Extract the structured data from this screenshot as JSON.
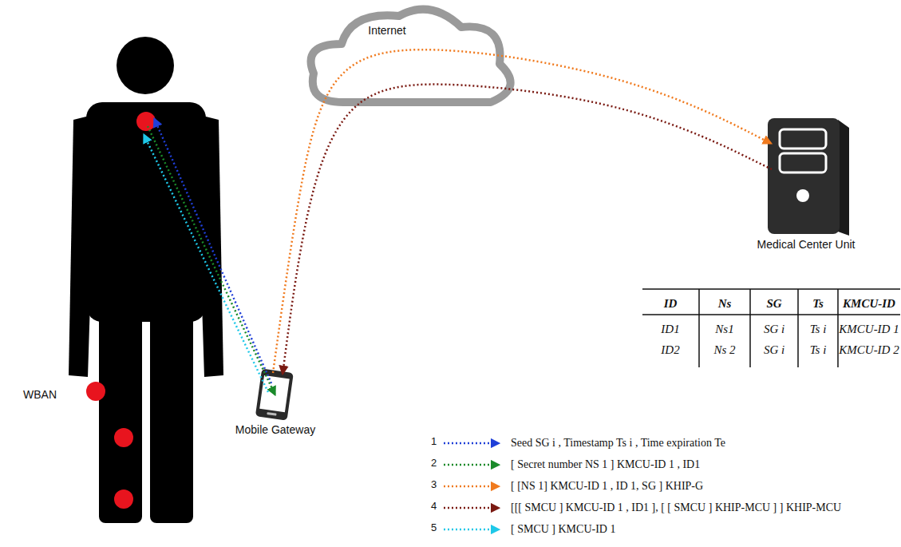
{
  "diagram": {
    "nodes": [
      {
        "text": [
          "Internet"
        ]
      },
      {
        "text": [
          "Medical Center Unit"
        ]
      },
      {
        "text": [
          "WBAN"
        ]
      },
      {
        "text": [
          "Mobile Gateway"
        ]
      }
    ],
    "edges": [
      {
        "from": 3,
        "to": 2,
        "arrow": "to"
      },
      {
        "from": 2,
        "to": 3,
        "arrow": "to"
      },
      {
        "from": 3,
        "to": 1,
        "arrow": "to"
      },
      {
        "from": 1,
        "to": 3,
        "arrow": "to"
      },
      {
        "from": 3,
        "to": 2,
        "arrow": "to"
      }
    ],
    "labels": [
      "1",
      "2",
      "3",
      "4",
      "5",
      "ID",
      "Ns",
      "SG",
      "Ts",
      "KMCU-ID",
      "ID1",
      "Ns1",
      "SG i",
      "Ts i",
      "KMCU-ID 1",
      "ID2",
      "Ns 2",
      "SG i",
      "Ts i",
      "KMCU-ID 2"
    ],
    "legend": [
      {
        "text": "Seed SG i , Timestamp Ts i , Time expiration Te"
      },
      {
        "text": "[ Secret number NS 1 ] KMCU-ID 1 , ID1"
      },
      {
        "text": "[ [NS 1] KMCU-ID 1 , ID 1, SG ] KHIP-G"
      },
      {
        "text": "[[[ SMCU ] KMCU-ID 1 , ID1 ], [ [ SMCU ] KHIP-MCU ] ] KHIP-MCU"
      },
      {
        "text": "[ SMCU ] KMCU-ID 1"
      }
    ]
  }
}
